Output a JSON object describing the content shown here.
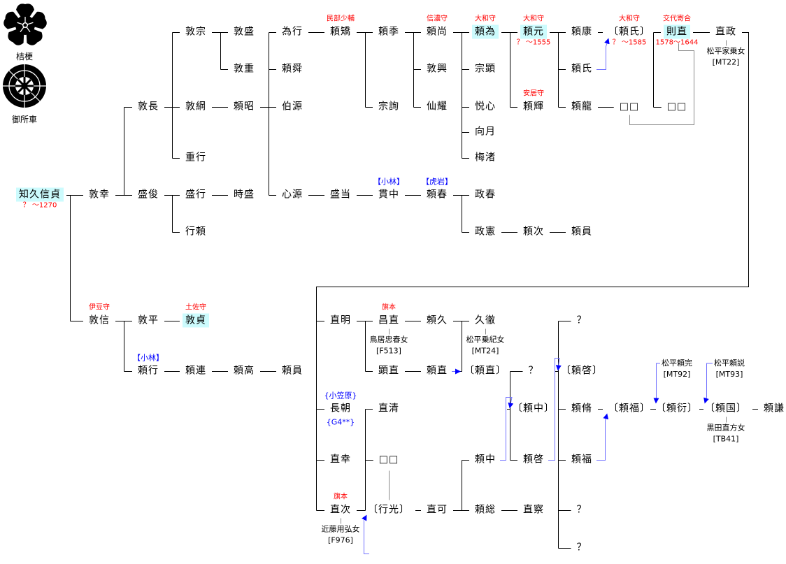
{
  "crests": [
    {
      "name": "桔梗"
    },
    {
      "name": "御所車"
    }
  ],
  "people": {
    "a01": {
      "n": "知久信貞",
      "hl": true,
      "y": "？ ～1270"
    },
    "a02": {
      "n": "敦幸"
    },
    "a03": {
      "n": "敦長"
    },
    "a04": {
      "n": "盛俊"
    },
    "a05": {
      "n": "敦宗"
    },
    "a06": {
      "n": "敦綱"
    },
    "a07": {
      "n": "重行"
    },
    "a08": {
      "n": "盛行"
    },
    "a09": {
      "n": "行頼"
    },
    "a10": {
      "n": "敦盛"
    },
    "a11": {
      "n": "敦重"
    },
    "a12": {
      "n": "頼昭"
    },
    "a13": {
      "n": "時盛"
    },
    "a14": {
      "n": "為行"
    },
    "a15": {
      "n": "頼舜"
    },
    "a16": {
      "n": "伯源"
    },
    "a17": {
      "n": "心源"
    },
    "a18": {
      "n": "頼矯",
      "t": "民部少輔"
    },
    "a19": {
      "n": "盛当"
    },
    "a20": {
      "n": "頼季"
    },
    "a21": {
      "n": "宗詢"
    },
    "a22": {
      "n": "貫中",
      "tb": "【小林】"
    },
    "a23": {
      "n": "頼尚",
      "t": "信濃守"
    },
    "a24": {
      "n": "敦興"
    },
    "a25": {
      "n": "仙耀"
    },
    "a26": {
      "n": "頼春",
      "tb": "【虎岩】"
    },
    "a27": {
      "n": "頼為",
      "hl": true,
      "t": "大和守"
    },
    "a28": {
      "n": "宗顕"
    },
    "a29": {
      "n": "悦心"
    },
    "a30": {
      "n": "向月"
    },
    "a31": {
      "n": "梅渚"
    },
    "a32": {
      "n": "政春"
    },
    "a33": {
      "n": "政憲"
    },
    "a34": {
      "n": "頼元",
      "hl": true,
      "t": "大和守",
      "y": "？ ～1555"
    },
    "a35": {
      "n": "頼輝",
      "t": "安居守"
    },
    "a36": {
      "n": "頼次"
    },
    "a37": {
      "n": "頼康"
    },
    "a38": {
      "n": "頼氏"
    },
    "a39": {
      "n": "頼龍"
    },
    "a40": {
      "n": "頼員"
    },
    "a41": {
      "n": "〔頼氏〕",
      "t": "大和守",
      "y": "？ ～1585"
    },
    "a42": {
      "n": "□□"
    },
    "a43": {
      "n": "則直",
      "hl": true,
      "t": "交代寄合",
      "y": "1578～1644"
    },
    "a44": {
      "n": "□□"
    },
    "a45": {
      "n": "直政",
      "note": [
        "松平家乗女",
        "[MT22]"
      ]
    },
    "b01": {
      "n": "敦信",
      "t": "伊豆守"
    },
    "b02": {
      "n": "敦平"
    },
    "b03": {
      "n": "頼行",
      "tb": "【小林】"
    },
    "b04": {
      "n": "敦貞",
      "hl": true,
      "t": "土佐守"
    },
    "b05": {
      "n": "頼連"
    },
    "b06": {
      "n": "頼高"
    },
    "b07": {
      "n": "頼員"
    },
    "c01": {
      "n": "直明"
    },
    "c02": {
      "n": "長朝",
      "tb": "{小笠原}",
      "yb": "{G4**}"
    },
    "c03": {
      "n": "直幸"
    },
    "c04": {
      "n": "直次",
      "t": "旗本",
      "note": [
        "近藤用弘女",
        "[F976]"
      ]
    },
    "c05": {
      "n": "昌直",
      "t": "旗本",
      "note": [
        "鳥居忠春女",
        "[F513]"
      ]
    },
    "c06": {
      "n": "顕直"
    },
    "c07": {
      "n": "直清"
    },
    "c08": {
      "n": "□□"
    },
    "c09": {
      "n": "〔行光〕"
    },
    "c10": {
      "n": "頼久"
    },
    "c11": {
      "n": "頼直"
    },
    "c12": {
      "n": "直可"
    },
    "c13": {
      "n": "久徹",
      "note": [
        "松平乗紀女",
        "[MT24]"
      ]
    },
    "c14": {
      "n": "〔頼直〕"
    },
    "c15": {
      "n": "頼中"
    },
    "c16": {
      "n": "頼総"
    },
    "c17": {
      "n": "？"
    },
    "c18": {
      "n": "〔頼中〕"
    },
    "c19": {
      "n": "頼啓"
    },
    "c20": {
      "n": "直察"
    },
    "c21": {
      "n": "？"
    },
    "c22": {
      "n": "〔頼啓〕"
    },
    "c23": {
      "n": "頼脩"
    },
    "c24": {
      "n": "頼福"
    },
    "c25": {
      "n": "？"
    },
    "c26": {
      "n": "？"
    },
    "c27": {
      "n": "〔頼福〕"
    },
    "c28": {
      "n": "〔頼衍〕"
    },
    "c29": {
      "n": "〔頼国〕",
      "note": [
        "黒田直方女",
        "[TB41]"
      ]
    },
    "c30": {
      "n": "頼謙"
    }
  },
  "adoptive_sources": {
    "d1": [
      "松平頼完",
      "[MT92]"
    ],
    "d2": [
      "松平頼説",
      "[MT93]"
    ]
  },
  "colors": {
    "highlight": "#ccfbfd",
    "title": "#ff0000",
    "family_tag": "#0000ff",
    "adoption_arrow": "#0000ff"
  }
}
